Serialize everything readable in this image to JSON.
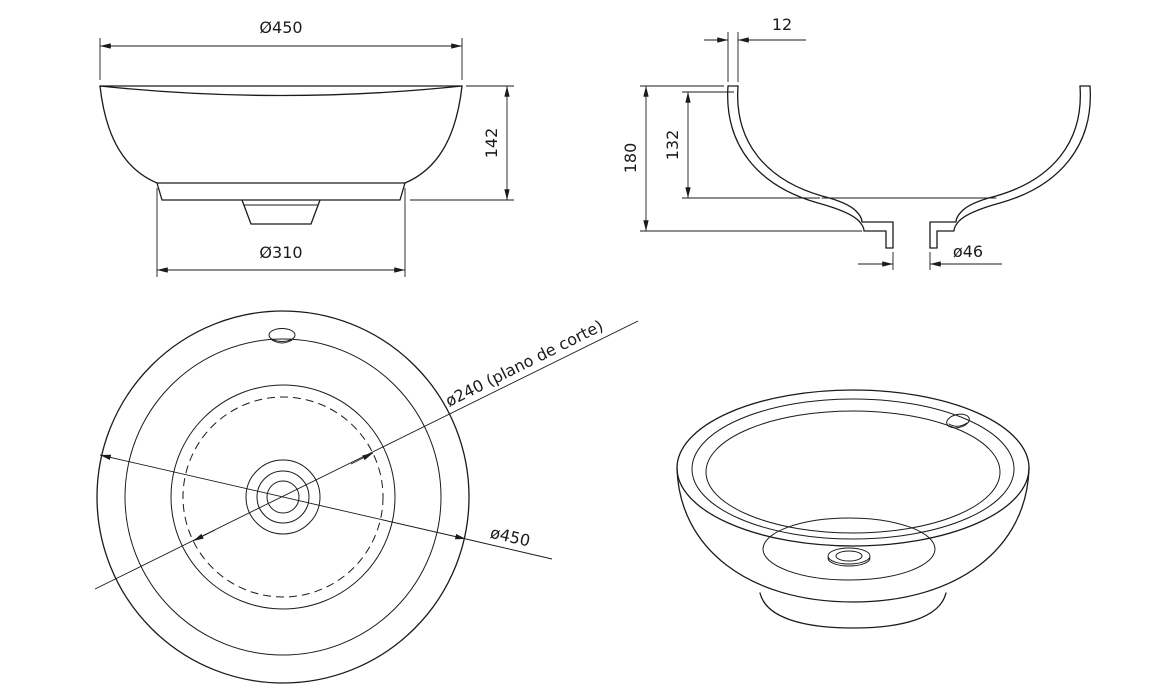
{
  "drawing": {
    "background": "#ffffff",
    "line_color": "#1b1b1b",
    "front_view": {
      "dim_top_diameter": "Ø450",
      "dim_height": "142",
      "dim_base_diameter": "Ø310"
    },
    "section_view": {
      "dim_wall_thickness": "12",
      "dim_total_height": "180",
      "dim_inner_depth": "132",
      "dim_drain_diameter": "ø46"
    },
    "plan_view": {
      "dim_cut_plane_diameter": "ø240 (plano de corte)",
      "dim_outer_diameter": "ø450"
    }
  }
}
